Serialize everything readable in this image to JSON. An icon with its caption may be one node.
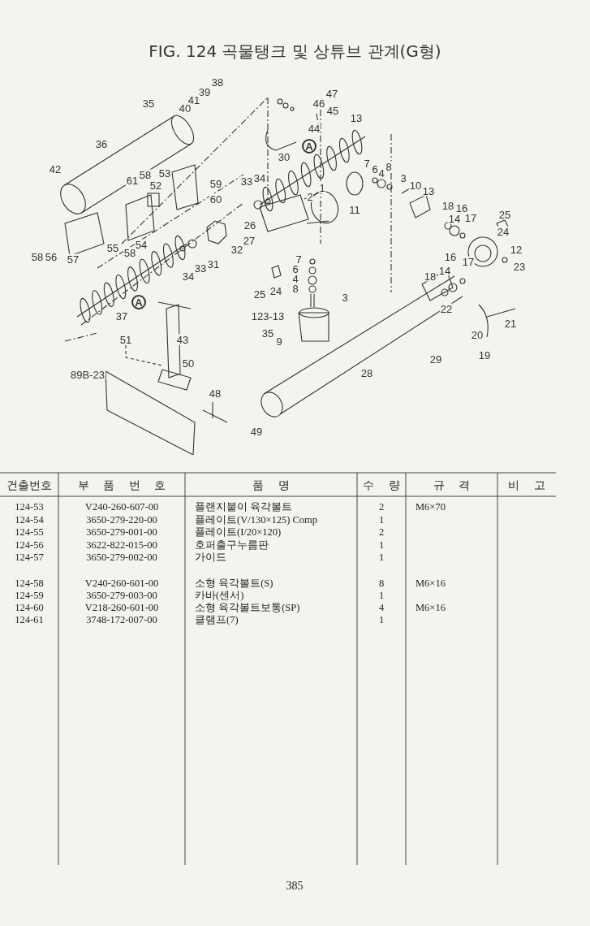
{
  "diagram": {
    "title": "FIG. 124 곡물탱크 및 상튜브 관계(G형)",
    "labels": [
      "A",
      "A",
      "38",
      "47",
      "39",
      "41",
      "35",
      "46",
      "40",
      "45",
      "13",
      "44",
      "36",
      "30",
      "7",
      "8",
      "6",
      "4",
      "42",
      "53",
      "58",
      "3",
      "34",
      "61",
      "33",
      "59",
      "10",
      "52",
      "1",
      "13",
      "2",
      "60",
      "18",
      "16",
      "11",
      "25",
      "17",
      "14",
      "26",
      "24",
      "27",
      "54",
      "55",
      "12",
      "32",
      "58",
      "56",
      "58",
      "57",
      "7",
      "16",
      "17",
      "31",
      "23",
      "33",
      "6",
      "14",
      "18",
      "34",
      "4",
      "8",
      "24",
      "25",
      "3",
      "22",
      "123-13",
      "37",
      "21",
      "35",
      "20",
      "51",
      "43",
      "9",
      "19",
      "29",
      "50",
      "28",
      "89B-23",
      "48",
      "49",
      "건출번호",
      "부 품 번 호",
      "품 명",
      "수 량",
      "규 격",
      "비 고",
      "124-53",
      "V240-260-607-00",
      "플랜지붙이 육각볼트",
      "2",
      "M6×70",
      "124-54",
      "3650-279-220-00",
      "플레이트(V/130×125) Comp",
      "1",
      "124-55",
      "3650-279-001-00",
      "플레이트(I/20×120)",
      "2",
      "124-56",
      "3622-822-015-00",
      "호퍼출구누름판",
      "1",
      "124-57",
      "3650-279-002-00",
      "가이드",
      "1",
      "124-58",
      "V240-260-601-00",
      "소형 육각볼트(S)",
      "8",
      "M6×16",
      "124-59",
      "3650-279-003-00",
      "카바(센서)",
      "1",
      "124-60",
      "V218-260-601-00",
      "소형 육각볼트보통(SP)",
      "4",
      "M6×16",
      "124-61",
      "3748-172-007-00",
      "클램프(7)",
      "1",
      "385"
    ]
  }
}
